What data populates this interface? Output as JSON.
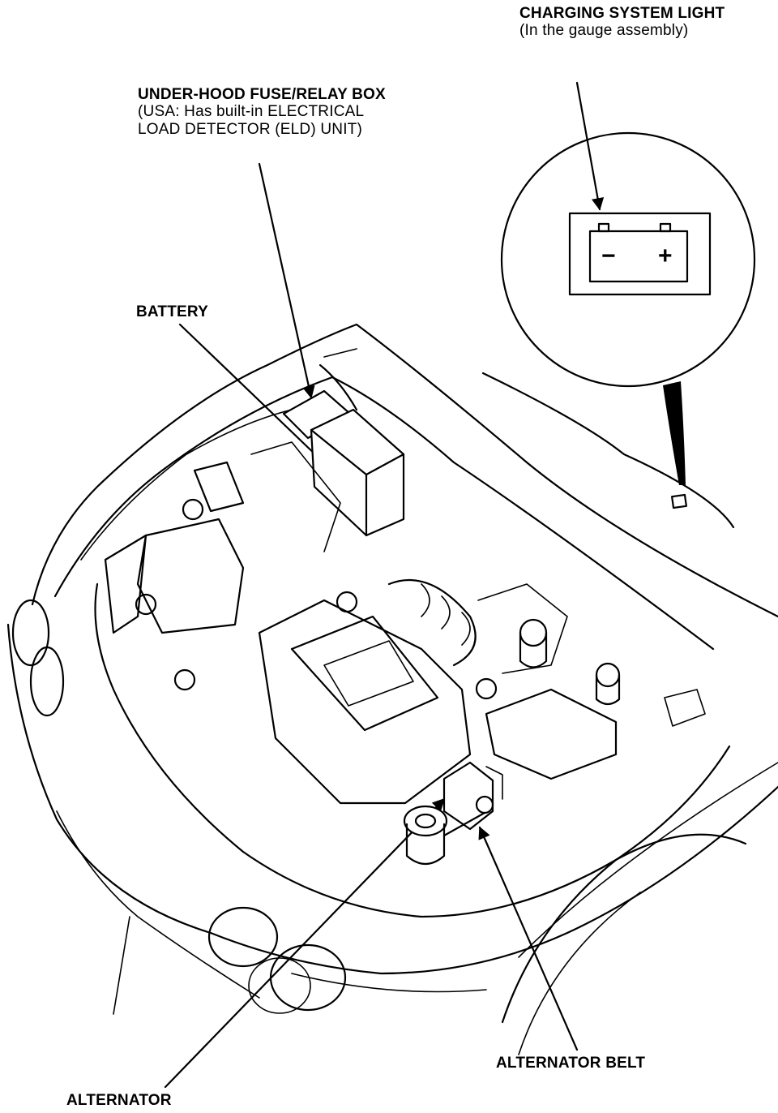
{
  "labels": {
    "charging_light": {
      "title": "CHARGING SYSTEM LIGHT",
      "sub": "(In the gauge assembly)"
    },
    "fuse_box": {
      "title": "UNDER-HOOD FUSE/RELAY BOX",
      "sub1": "(USA: Has built-in ELECTRICAL",
      "sub2": "LOAD DETECTOR (ELD) UNIT)"
    },
    "battery": "BATTERY",
    "alternator_belt": "ALTERNATOR BELT",
    "alternator": "ALTERNATOR"
  },
  "battery_icon": {
    "minus": "−",
    "plus": "+"
  }
}
